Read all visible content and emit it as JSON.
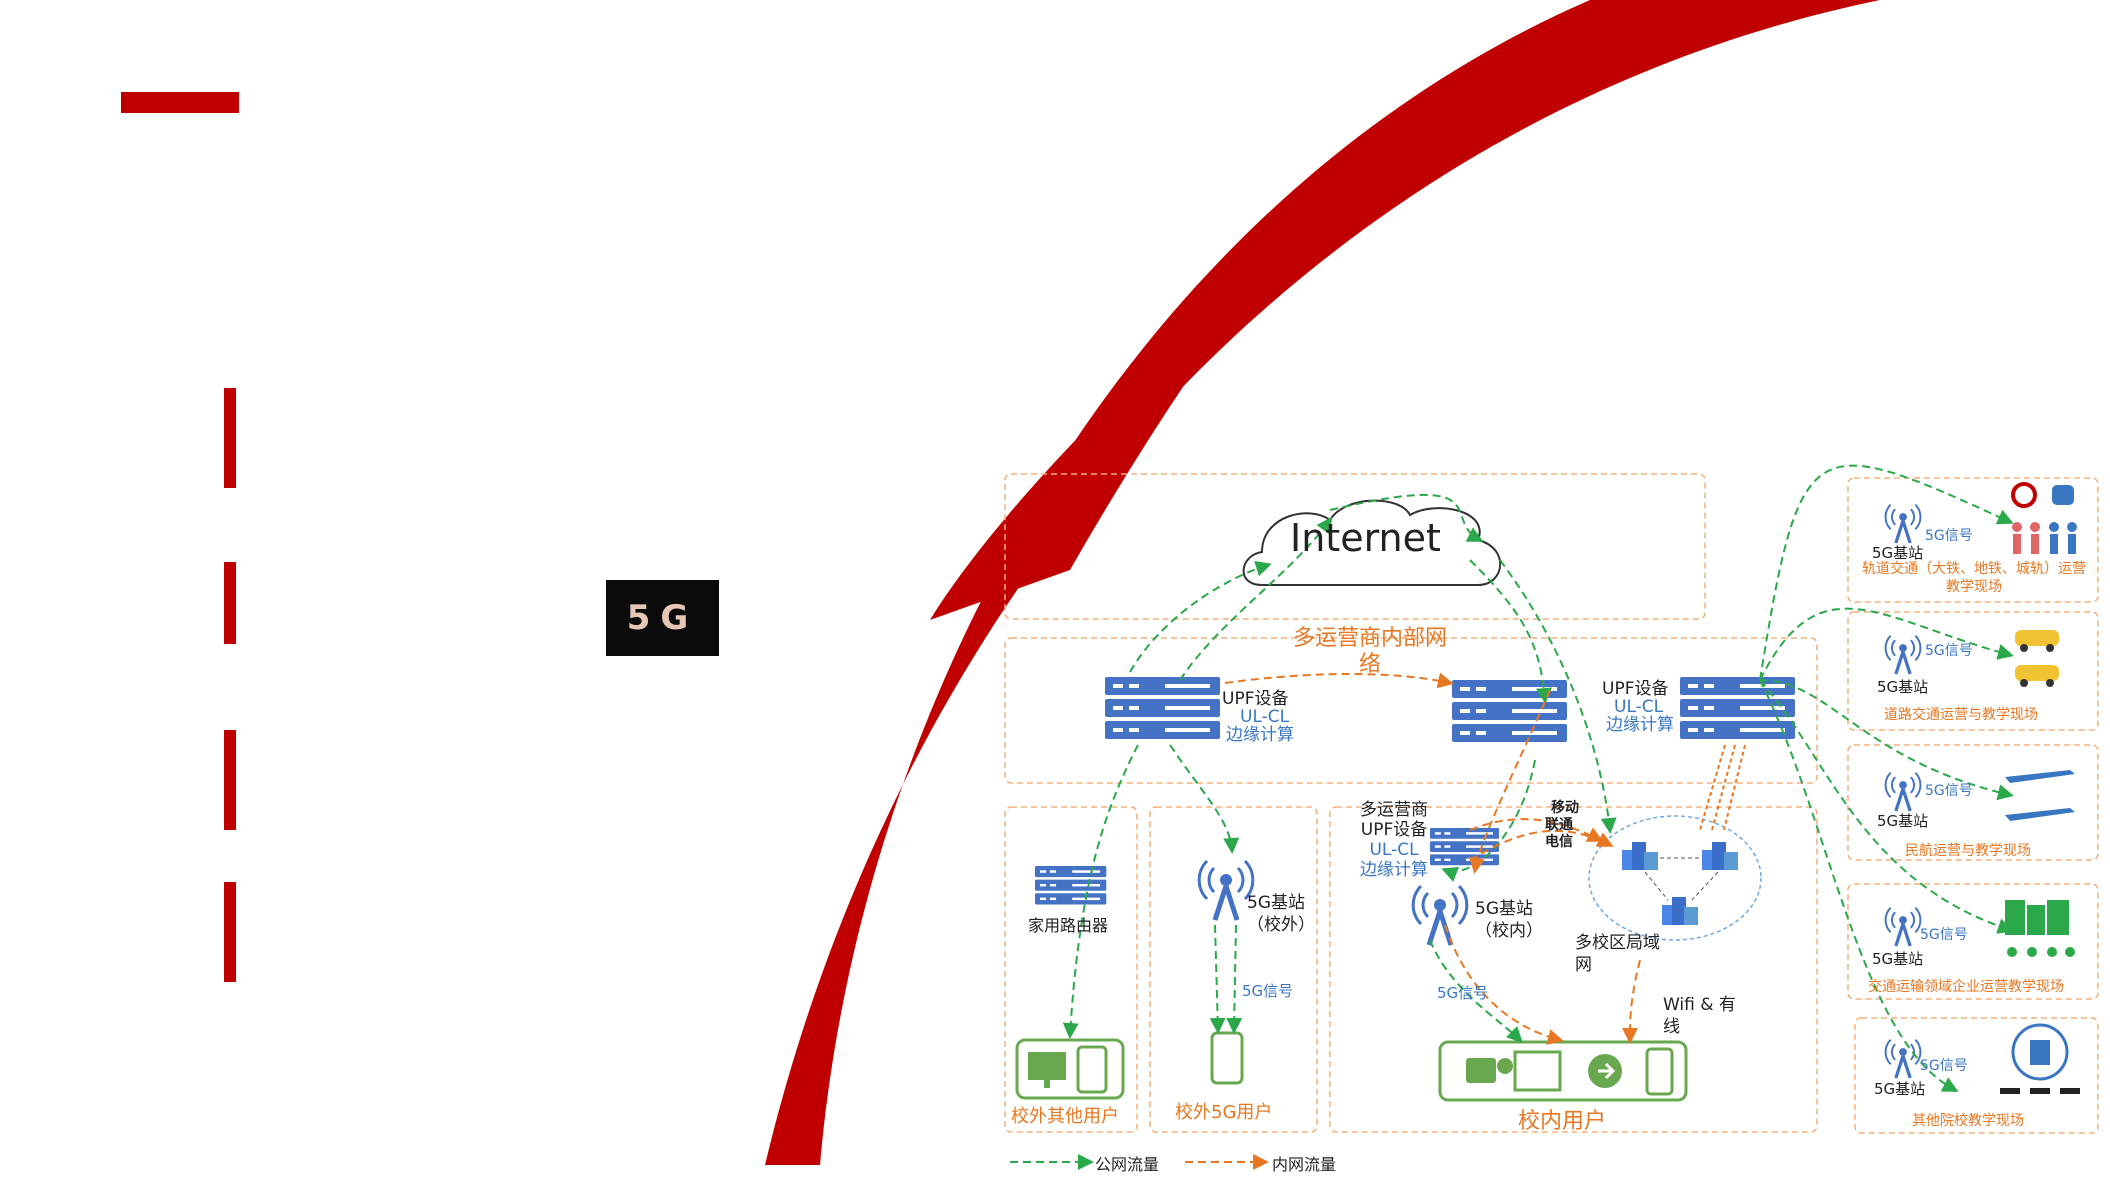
{
  "badge": {
    "label": "5G"
  },
  "diagram": {
    "internet": "Internet",
    "core_network_title": "多运营商内部网络",
    "upf_left": {
      "title": "UPF设备",
      "line1": "UL-CL",
      "line2": "边缘计算"
    },
    "upf_right": {
      "title": "UPF设备",
      "line1": "UL-CL",
      "line2": "边缘计算"
    },
    "campus_upf": {
      "title": "多运营商UPF设备",
      "line1": "UL-CL",
      "line2": "边缘计算"
    },
    "operators": [
      "移动",
      "联通",
      "电信"
    ],
    "home_router": "家用路由器",
    "offcampus_station": "5G基站（校外）",
    "offcampus_signal": "5G信号",
    "oncampus_station": "5G基站（校内）",
    "oncampus_signal": "5G信号",
    "lan": "多校区局域网",
    "wifi": "Wifi & 有线",
    "offcampus_other_users": "校外其他用户",
    "offcampus_5g_users": "校外5G用户",
    "oncampus_users": "校内用户",
    "legend": {
      "public": "公网流量",
      "internal": "内网流量"
    },
    "sites": [
      {
        "station": "5G基站",
        "signal": "5G信号",
        "name": "轨道交通（大铁、地铁、城轨）运营教学现场"
      },
      {
        "station": "5G基站",
        "signal": "5G信号",
        "name": "道路交通运营与教学现场"
      },
      {
        "station": "5G基站",
        "signal": "5G信号",
        "name": "民航运营与教学现场"
      },
      {
        "station": "5G基站",
        "signal": "5G信号",
        "name": "交通运输领域企业运营教学现场"
      },
      {
        "station": "5G基站",
        "signal": "5G信号",
        "name": "其他院校教学现场"
      }
    ]
  },
  "colors": {
    "accent_red": "#c00000",
    "public_flow": "#2aa84a",
    "internal_flow": "#e87722",
    "device_blue": "#4472c4",
    "frame_orange": "#f2b07a"
  }
}
